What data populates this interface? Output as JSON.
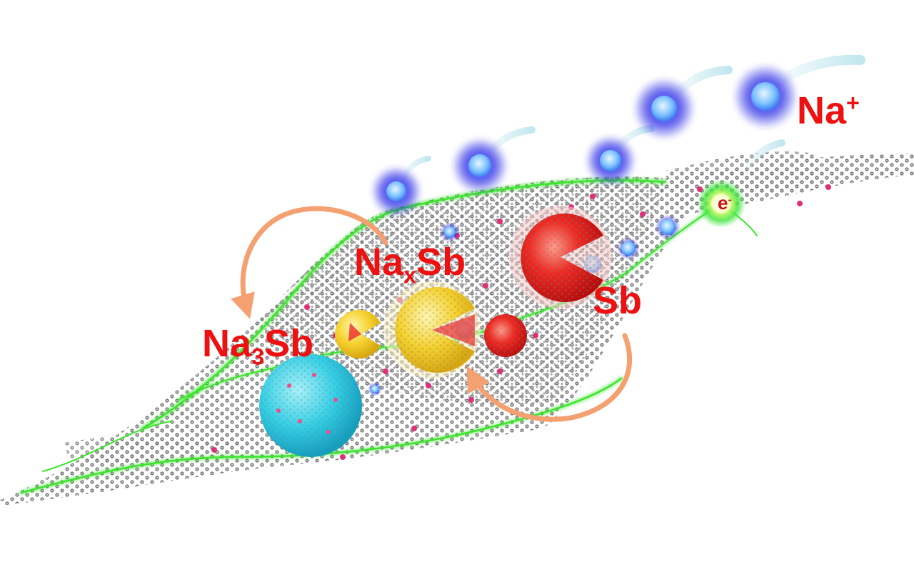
{
  "labels": {
    "na_ion": {
      "base": "Na",
      "sup": "+"
    },
    "naxsb": {
      "pre": "Na",
      "sub": "x",
      "post": "Sb"
    },
    "sb": {
      "text": "Sb"
    },
    "na3sb": {
      "pre": "Na",
      "sub": "3",
      "post": "Sb"
    },
    "electron": {
      "base": "e",
      "sup": "-"
    }
  },
  "colors": {
    "label_red": "#ee1111",
    "graphene_sheet": "#8a8a8a",
    "conductive_network": "#39e62a",
    "sodium_ion_glow": "#2a2ae6",
    "sodium_ion_core": "#6fb6ff",
    "sb_particle": "#ee2222",
    "naxsb_particle": "#f2d02a",
    "na3sb_particle": "#2fd3e8",
    "cycle_arrow": "#f4a070",
    "ion_trail": "#bfe6ee",
    "dopant_dot": "#e0307a"
  }
}
